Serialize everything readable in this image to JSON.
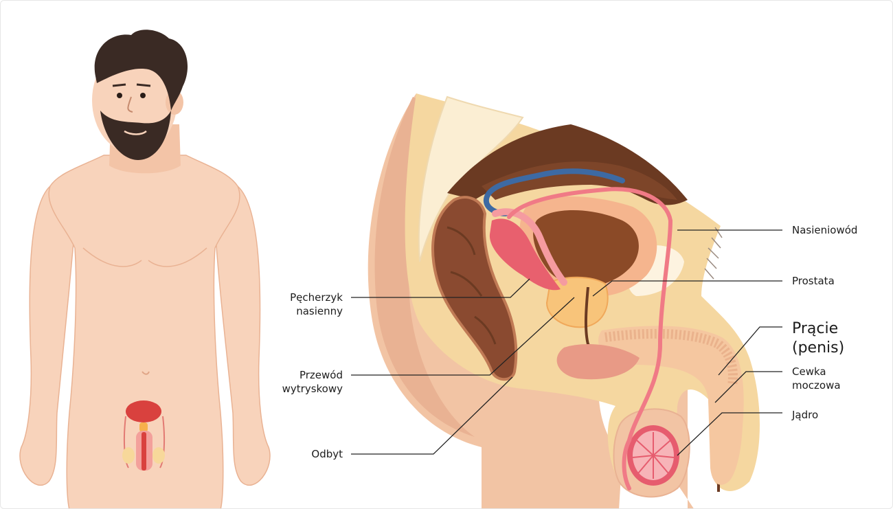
{
  "labels": {
    "nasieniowod": "Nasieniowód",
    "prostata": "Prostata",
    "pracie": "Prącie\n(penis)",
    "cewka": "Cewka\nmoczowa",
    "jadro": "Jądro",
    "pecherzyk": "Pęcherzyk\nnasienny",
    "przewod": "Przewód\nwytryskowy",
    "odbyt": "Odbyt"
  },
  "colors": {
    "skin": "#f8d3bb",
    "skin_dark": "#e9b293",
    "hair": "#3a2a24",
    "tissue": "#f5d7a0",
    "bone": "#fbeed3",
    "rectum": "#8a4a30",
    "bladder": "#8b4a27",
    "prostate": "#f8c47a",
    "vas_deferens": "#f07a86",
    "seminal_vesicle": "#e8606e",
    "vein": "#3d6aa3",
    "intestine_dark": "#6b3a22",
    "line": "#222222"
  }
}
